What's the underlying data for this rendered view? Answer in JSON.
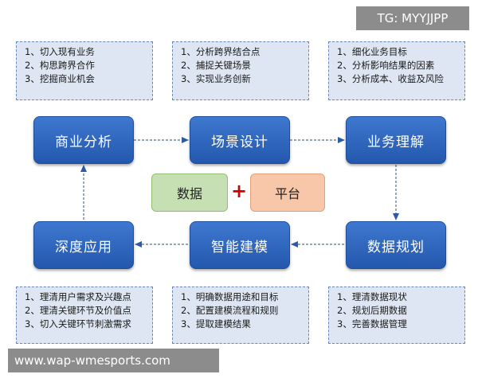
{
  "watermarks": {
    "tg": "TG: MYYJJPP",
    "site": "www.wap-wmesports.com"
  },
  "notes": {
    "top_left": [
      "1、切入现有业务",
      "2、构思跨界合作",
      "3、挖掘商业机会"
    ],
    "top_mid": [
      "1、分析跨界结合点",
      "2、捕捉关键场景",
      "3、实现业务创新"
    ],
    "top_right": [
      "1、细化业务目标",
      "2、分析影响结果的因素",
      "3、分析成本、收益及风险"
    ],
    "bottom_left": [
      "1、理清用户需求及兴趣点",
      "2、理清关键环节及价值点",
      "3、切入关键环节刺激需求"
    ],
    "bottom_mid": [
      "1、明确数据用途和目标",
      "2、配置建模流程和规则",
      "3、提取建模结果"
    ],
    "bottom_right": [
      "1、理清数据现状",
      "2、规划后期数据",
      "3、完善数据管理"
    ]
  },
  "nodes": {
    "business_analysis": "商业分析",
    "scenario_design": "场景设计",
    "business_understanding": "业务理解",
    "deep_application": "深度应用",
    "smart_modeling": "智能建模",
    "data_planning": "数据规划"
  },
  "center": {
    "data": "数据",
    "plus": "+",
    "platform": "平台"
  },
  "colors": {
    "node_blue": "#2f68c0",
    "note_bg": "#dde6f2",
    "chip_green": "#c6e0b4",
    "chip_orange": "#f8c6a8",
    "plus_red": "#d40000"
  }
}
